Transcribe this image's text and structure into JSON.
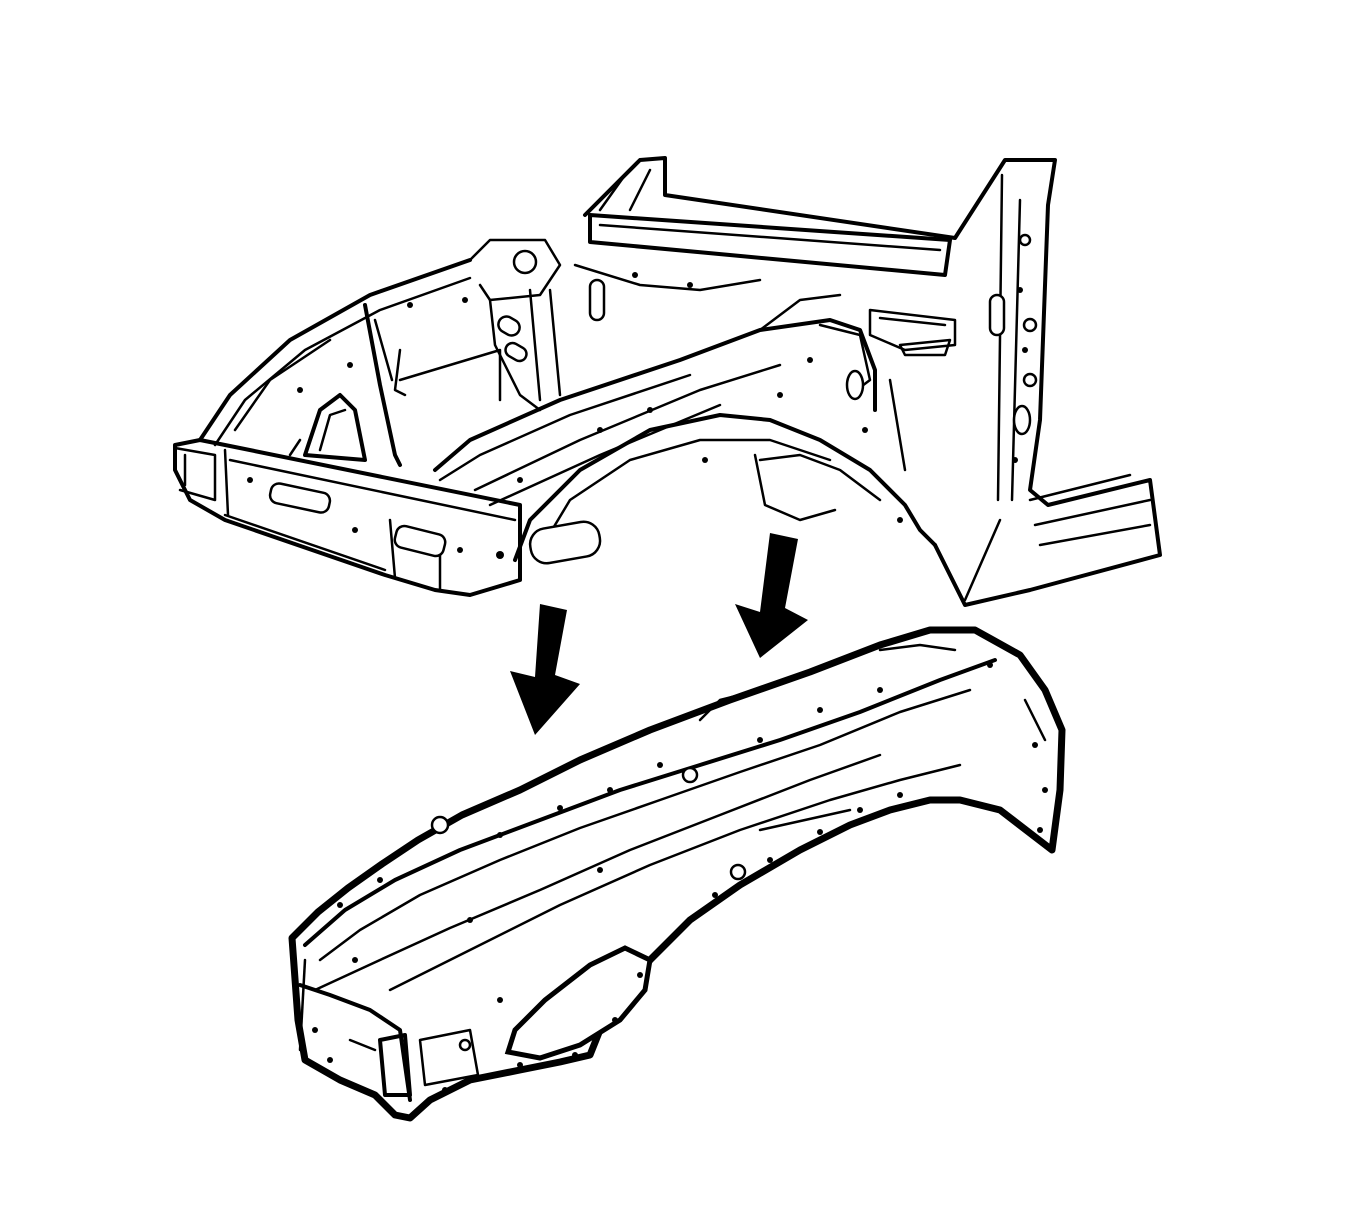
{
  "diagram": {
    "colors": {
      "line": "#000000",
      "background": "#ffffff",
      "stipple": "#000000"
    },
    "parts": [
      {
        "id": "front-body-structure",
        "shading": "none"
      },
      {
        "id": "fender-wheelhouse-panel",
        "shading": "stippled"
      }
    ],
    "arrows": [
      {
        "direction": "down"
      },
      {
        "direction": "down"
      }
    ]
  }
}
